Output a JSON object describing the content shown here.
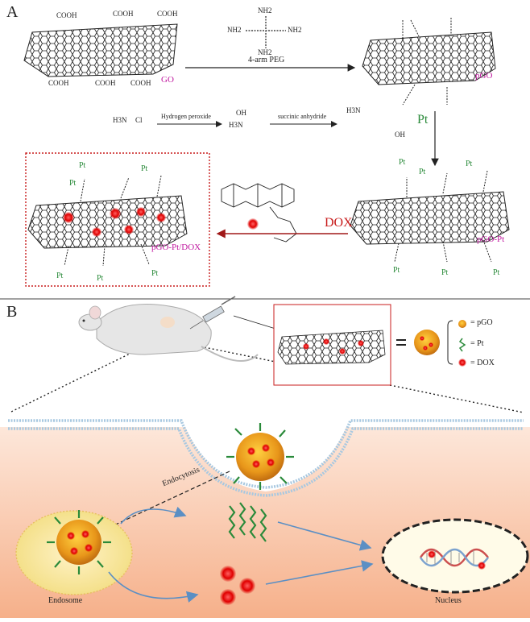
{
  "panel_a": {
    "label": "A",
    "go_label": "GO",
    "peg_label": "4-arm PEG",
    "pgo_label": "pGO",
    "hydrogen_peroxide": "Hydrogen peroxide",
    "succinic_anhydride": "succinic anhydride",
    "pt_label": "Pt",
    "dox_label": "DOX",
    "pgo_pt_label": "pGO-Pt",
    "pgo_pt_dox_label": "pGO-Pt/DOX",
    "cooh": "COOH",
    "nh2": "NH2",
    "oh": "OH",
    "cl": "Cl",
    "h3n": "H3N"
  },
  "panel_b": {
    "label": "B",
    "legend": {
      "pgo": "= pGO",
      "pt": "= Pt",
      "dox": "= DOX"
    },
    "endocytosis": "Endocytosis",
    "endosome": "Endosome",
    "nucleus": "Nucleus"
  },
  "colors": {
    "magenta": "#c0189f",
    "green": "#2a8a3a",
    "red": "#c81c1c",
    "nanoparticle": "#e8a21a",
    "membrane": "#a8c8e0",
    "cell": "#f7c3a8"
  }
}
